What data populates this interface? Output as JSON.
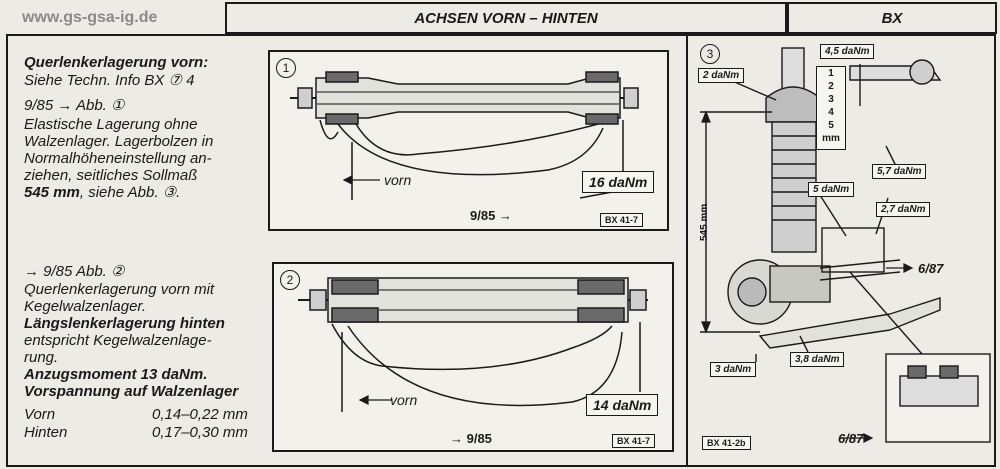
{
  "header": {
    "site": "www.gs-gsa-ig.de",
    "title": "ACHSEN VORN – HINTEN",
    "model": "BX"
  },
  "left_text": {
    "p1_heading": "Querlenkerlagerung vorn:",
    "p1_line2": "Siehe Techn. Info BX ⑦ 4",
    "p2_ref": "9/85 → Abb. ①",
    "p2_lines": [
      "Elastische Lagerung ohne",
      "Walzenlager. Lagerbolzen in",
      "Normalhöheneinstellung an-",
      "ziehen, seitliches Sollmaß"
    ],
    "p2_bold": "545 mm",
    "p2_tail": ", siehe Abb. ③.",
    "p3_ref": "→ 9/85 Abb. ②",
    "p3_lines": [
      "Querlenkerlagerung vorn mit",
      "Kegelwalzenlager."
    ],
    "p4_bold": "Längslenkerlagerung hinten",
    "p4_lines": [
      "entspricht Kegelwalzenlage-",
      "rung."
    ],
    "torque_heading": "Anzugsmoment 13 daNm.",
    "preload_heading": "Vorspannung auf Walzenlager",
    "preload_rows": [
      {
        "label": "Vorn",
        "value": "0,14–0,22 mm"
      },
      {
        "label": "Hinten",
        "value": "0,17–0,30 mm"
      }
    ]
  },
  "fig1": {
    "number": "1",
    "arrow_label": "vorn",
    "torque": "16 daNm",
    "date": "9/85 →",
    "code": "BX 41-7"
  },
  "fig2": {
    "number": "2",
    "arrow_label": "vorn",
    "torque": "14 daNm",
    "date": "→ 9/85",
    "code": "BX 41-7"
  },
  "fig3": {
    "number": "3",
    "labels": {
      "t2": "2 daNm",
      "t45": "4,5 daNm",
      "t57": "5,7 daNm",
      "t5": "5 daNm",
      "t27": "2,7 daNm",
      "t3": "3 daNm",
      "t38": "3,8 daNm"
    },
    "dimension": "545 mm",
    "scale": [
      "1",
      "2",
      "3",
      "4",
      "5",
      "mm"
    ],
    "date_top": "6/87",
    "date_bottom": "6/87",
    "code": "BX 41-2b"
  }
}
